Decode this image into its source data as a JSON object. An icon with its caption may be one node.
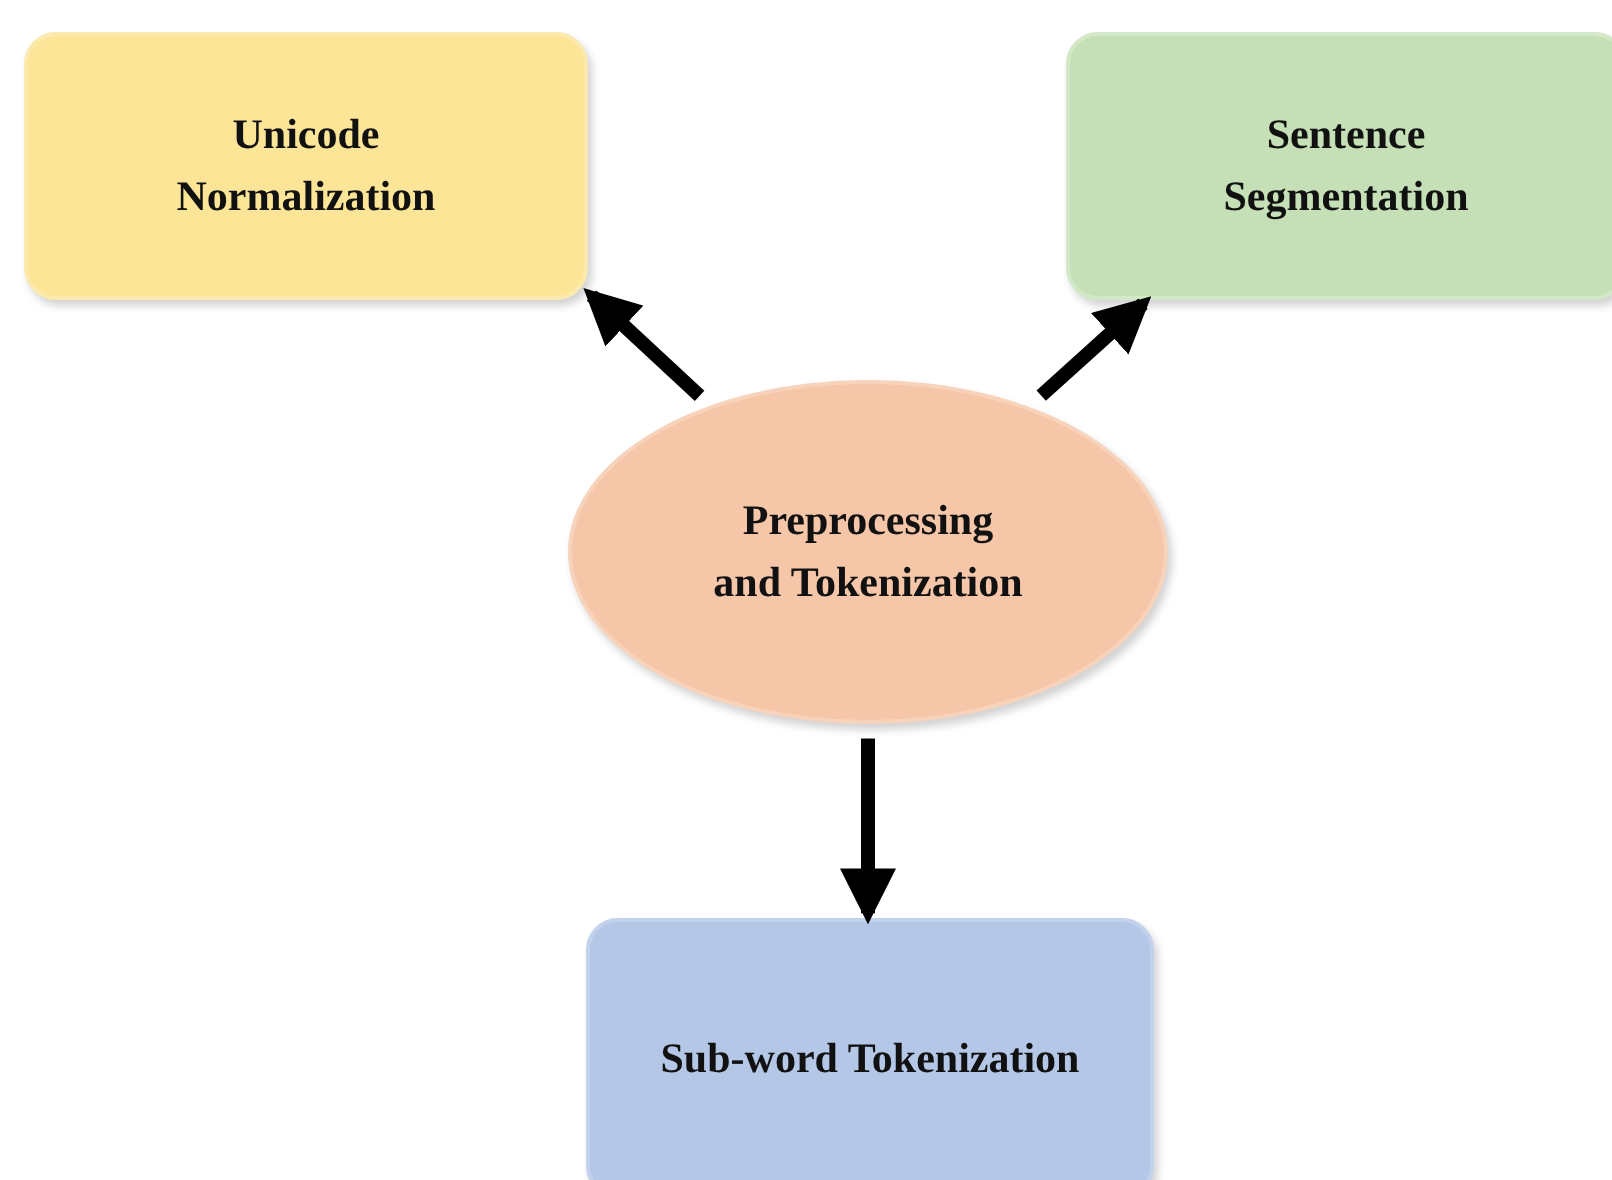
{
  "diagram": {
    "nodes": [
      {
        "text": [
          "Unicode Normalization"
        ]
      },
      {
        "text": [
          "Sentence Segmentation"
        ]
      },
      {
        "text": [
          "Preprocessing and Tokenization"
        ]
      },
      {
        "text": [
          "Sub-word Tokenization"
        ]
      }
    ],
    "edges": [
      {
        "from": 2,
        "to": 0,
        "arrow": "to"
      },
      {
        "from": 2,
        "to": 1,
        "arrow": "to"
      },
      {
        "from": 2,
        "to": 3,
        "arrow": "to"
      }
    ]
  }
}
